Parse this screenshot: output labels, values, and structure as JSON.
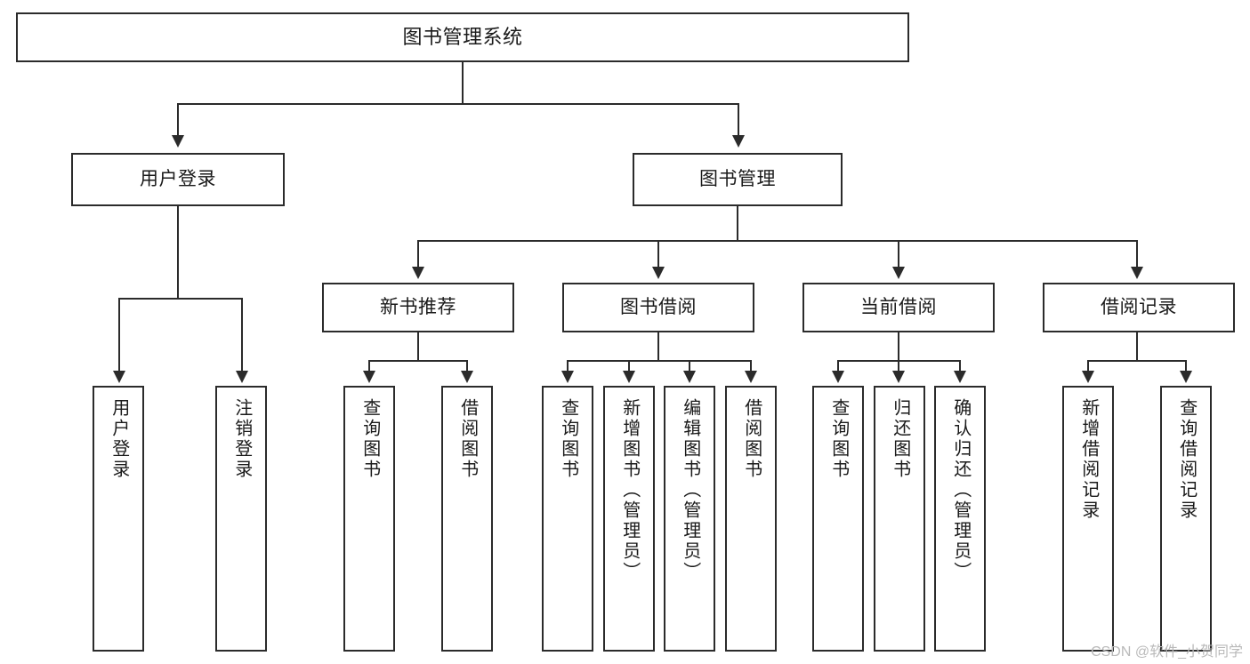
{
  "diagram": {
    "title": "图书管理系统",
    "root": {
      "label": "图书管理系统"
    },
    "level1": [
      {
        "label": "用户登录"
      },
      {
        "label": "图书管理"
      }
    ],
    "level2": [
      {
        "label": "新书推荐"
      },
      {
        "label": "图书借阅"
      },
      {
        "label": "当前借阅"
      },
      {
        "label": "借阅记录"
      }
    ],
    "leaves": {
      "user_login": [
        {
          "label": "用户登录"
        },
        {
          "label": "注销登录"
        }
      ],
      "new_book_recommend": [
        {
          "label": "查询图书"
        },
        {
          "label": "借阅图书"
        }
      ],
      "book_borrow": [
        {
          "label": "查询图书"
        },
        {
          "label": "新增图书（管理员）"
        },
        {
          "label": "编辑图书（管理员）"
        },
        {
          "label": "借阅图书"
        }
      ],
      "current_borrow": [
        {
          "label": "查询图书"
        },
        {
          "label": "归还图书"
        },
        {
          "label": "确认归还（管理员）"
        }
      ],
      "borrow_record": [
        {
          "label": "新增借阅记录"
        },
        {
          "label": "查询借阅记录"
        }
      ]
    }
  },
  "watermark": {
    "text": "CSDN @软件_小贺同学"
  },
  "colors": {
    "stroke": "#2b2b2b",
    "fill": "#ffffff",
    "text": "#1a1a1a",
    "watermark": "#b9b9b9"
  }
}
